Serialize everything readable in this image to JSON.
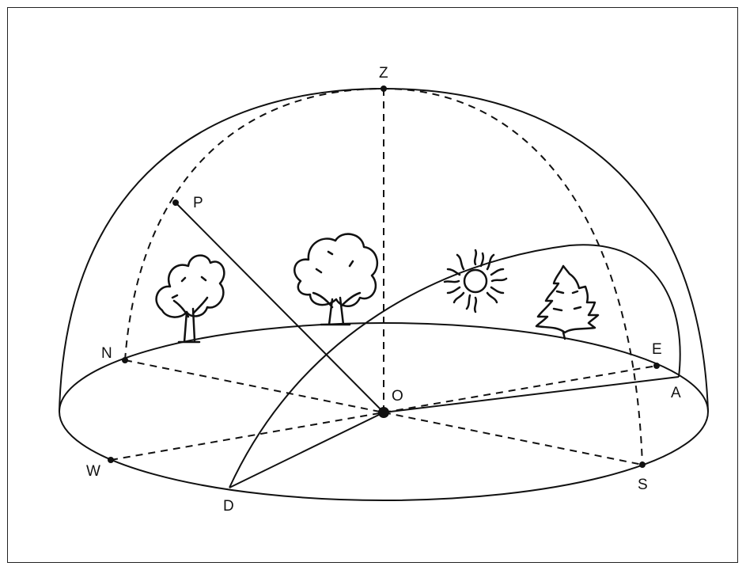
{
  "colors": {
    "ink": "#111111",
    "background": "#ffffff"
  },
  "icons": [
    "tree-icon",
    "sun-icon",
    "pine-tree-icon"
  ],
  "labels": {
    "zenith": "Z",
    "pole": "P",
    "north": "N",
    "east": "E",
    "west": "W",
    "south": "S",
    "origin": "O",
    "point_a": "A",
    "point_d": "D"
  }
}
